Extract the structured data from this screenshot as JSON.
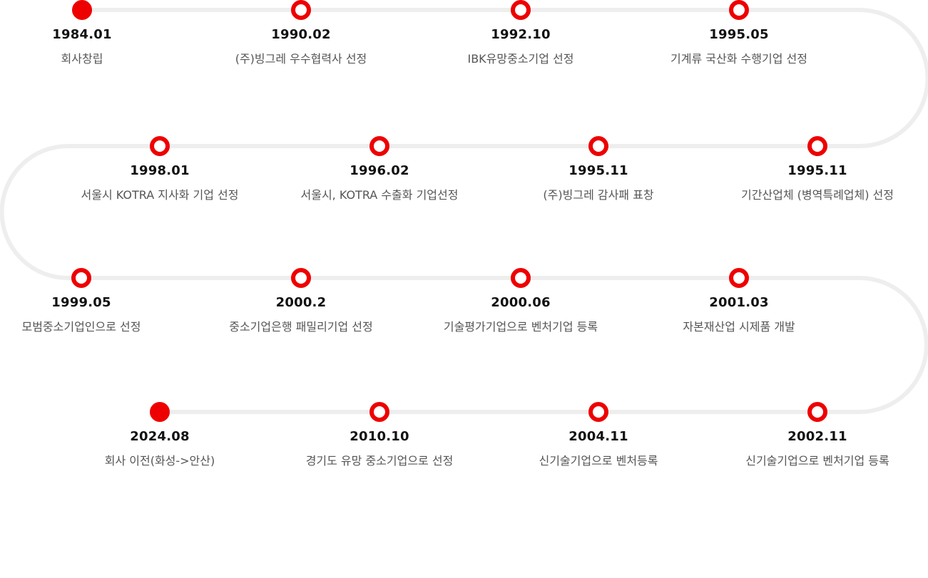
{
  "colors": {
    "accent": "#ee0000",
    "line": "#eeeeee",
    "date_text": "#111111",
    "desc_text": "#555555"
  },
  "events": [
    {
      "date": "1984.01",
      "desc": "회사창립",
      "filled": true
    },
    {
      "date": "1990.02",
      "desc": "(주)빙그레 우수협력사 선정",
      "filled": false
    },
    {
      "date": "1992.10",
      "desc": "IBK유망중소기업 선정",
      "filled": false
    },
    {
      "date": "1995.05",
      "desc": "기계류 국산화 수행기업 선정",
      "filled": false
    },
    {
      "date": "1995.11",
      "desc": "기간산업체 (병역특례업체) 선정",
      "filled": false
    },
    {
      "date": "1995.11",
      "desc": "(주)빙그레 감사패 표창",
      "filled": false
    },
    {
      "date": "1996.02",
      "desc": "서울시, KOTRA 수출화 기업선정",
      "filled": false
    },
    {
      "date": "1998.01",
      "desc": "서울시 KOTRA 지사화 기업 선정",
      "filled": false
    },
    {
      "date": "1999.05",
      "desc": "모범중소기업인으로 선정",
      "filled": false
    },
    {
      "date": "2000.2",
      "desc": "중소기업은행 패밀리기업 선정",
      "filled": false
    },
    {
      "date": "2000.06",
      "desc": "기술평가기업으로 벤처기업 등록",
      "filled": false
    },
    {
      "date": "2001.03",
      "desc": "자본재산업 시제품 개발",
      "filled": false
    },
    {
      "date": "2002.11",
      "desc": "신기술기업으로 벤처기업 등록",
      "filled": false
    },
    {
      "date": "2004.11",
      "desc": "신기술기업으로 벤처등록",
      "filled": false
    },
    {
      "date": "2010.10",
      "desc": "경기도 유망 중소기업으로 선정",
      "filled": false
    },
    {
      "date": "2024.08",
      "desc": "회사 이전(화성->안산)",
      "filled": true
    }
  ]
}
